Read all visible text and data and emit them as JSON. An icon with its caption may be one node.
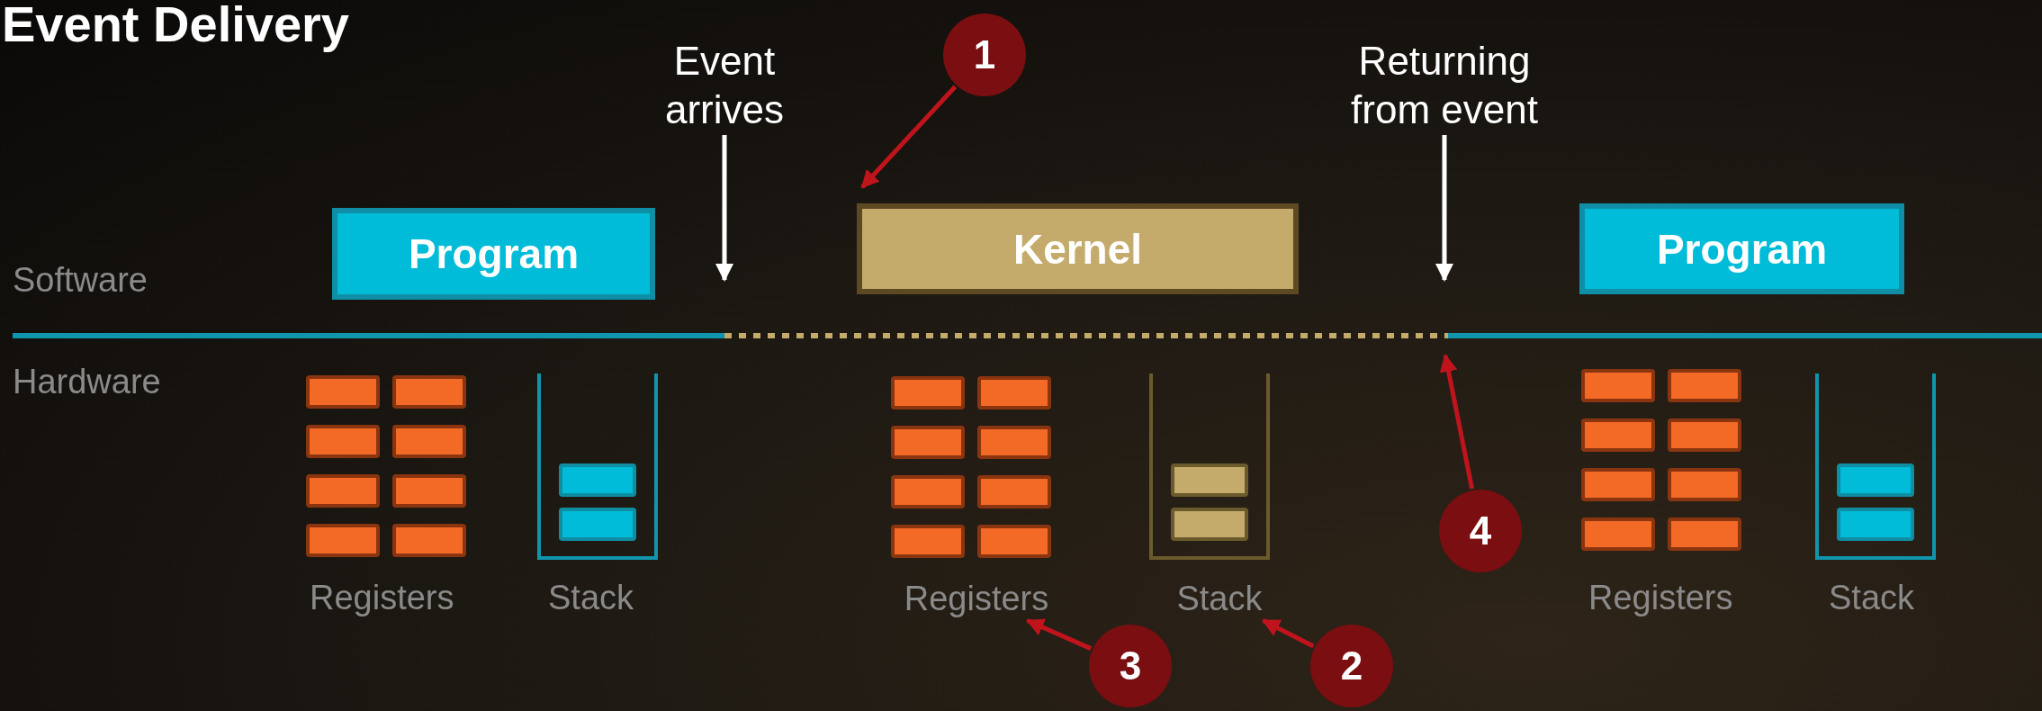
{
  "diagram": {
    "title": "Event Delivery",
    "nodes": [
      {
        "text": [
          "Event arrives"
        ]
      },
      {
        "text": [
          "1"
        ]
      },
      {
        "text": [
          "Returning from event"
        ]
      },
      {
        "text": [
          "Program"
        ]
      },
      {
        "text": [
          "Kernel"
        ]
      },
      {
        "text": [
          "Program"
        ]
      },
      {
        "text": [
          "4"
        ]
      },
      {
        "text": [
          "Registers"
        ]
      },
      {
        "text": [
          "Stack"
        ]
      },
      {
        "text": [
          "3"
        ]
      },
      {
        "text": [
          "2"
        ]
      }
    ],
    "edges": [
      {
        "from": 0,
        "to": null,
        "arrow": "to",
        "color": "#ffffff"
      },
      {
        "from": 2,
        "to": null,
        "arrow": "to",
        "color": "#ffffff"
      },
      {
        "from": 1,
        "to": 4,
        "arrow": "to"
      },
      {
        "from": 6,
        "to": null,
        "arrow": "to"
      },
      {
        "from": 9,
        "to": 7,
        "arrow": "to"
      },
      {
        "from": 10,
        "to": 8,
        "arrow": "to"
      }
    ],
    "labels": [
      "Software",
      "Hardware",
      "Registers",
      "Stack",
      "Registers",
      "Stack"
    ]
  }
}
